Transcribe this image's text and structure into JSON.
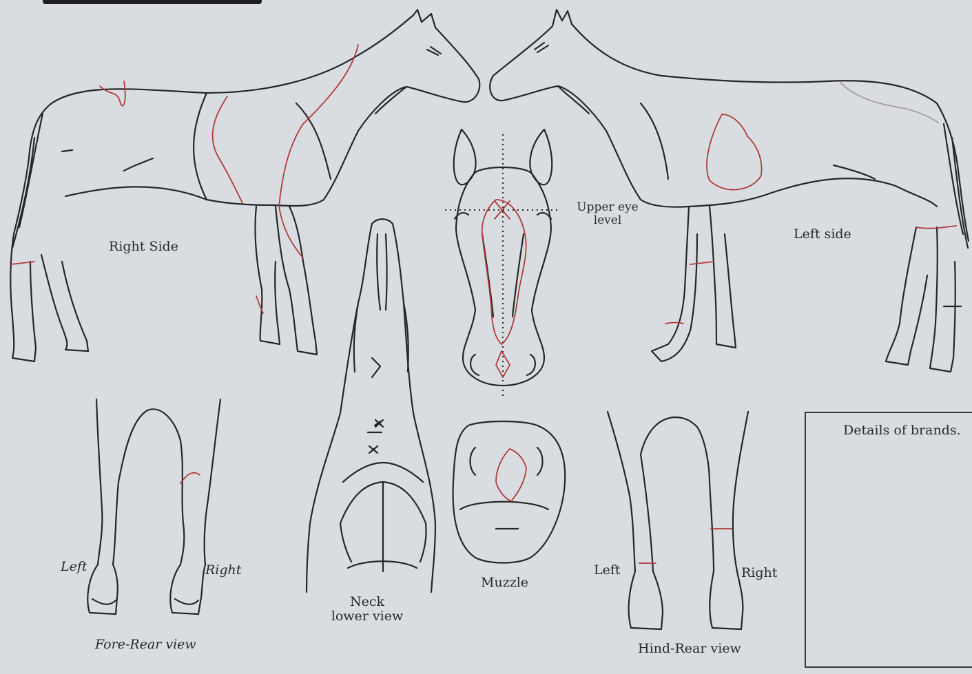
{
  "diagram": {
    "labels": {
      "right_side": "Right Side",
      "left_side": "Left side",
      "upper_eye_level_1": "Upper eye",
      "upper_eye_level_2": "level",
      "fore_left": "Left",
      "fore_right": "Right",
      "fore_rear_view": "Fore-Rear view",
      "neck_1": "Neck",
      "neck_2": "lower view",
      "muzzle": "Muzzle",
      "hind_left": "Left",
      "hind_right": "Right",
      "hind_rear_view": "Hind-Rear view",
      "brands": "Details of brands."
    },
    "colors": {
      "background": "#d9dde2",
      "ink": "#262626",
      "marking": "#b03a3a"
    }
  }
}
